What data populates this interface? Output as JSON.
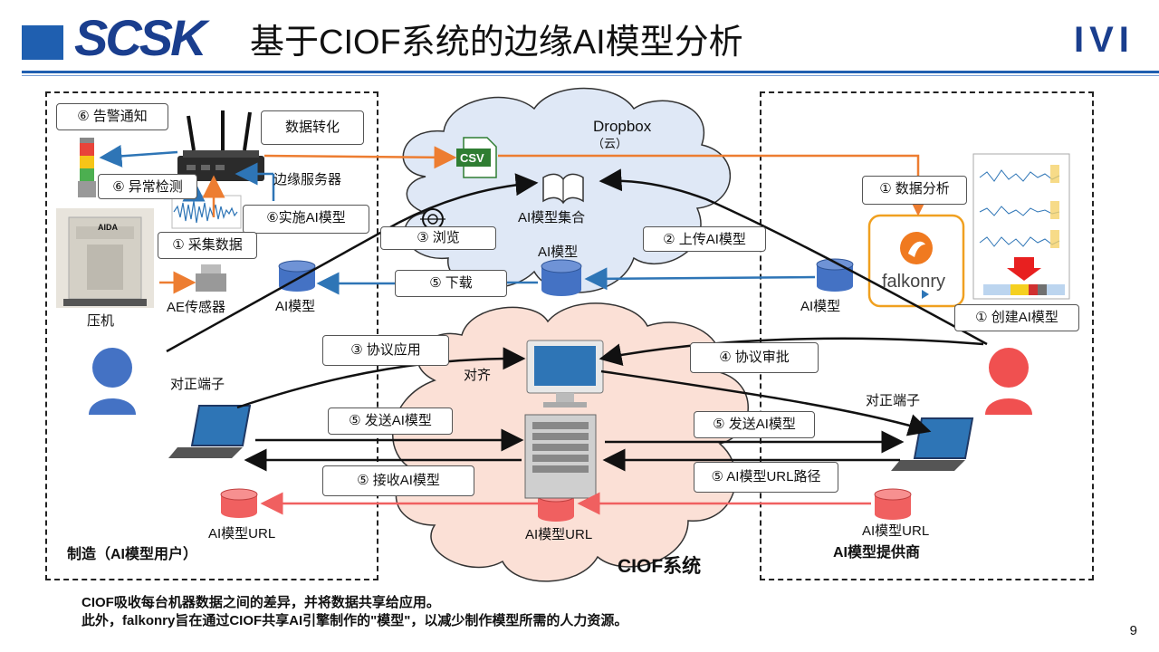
{
  "header": {
    "logo": "SCSK",
    "title": "基于CIOF系统的边缘AI模型分析",
    "right_logo": "IVI",
    "page_number": "9"
  },
  "zones": {
    "left_label": "制造（AI模型用户）",
    "right_label": "AI模型提供商",
    "dropbox_label": "Dropbox",
    "dropbox_sub": "（云）",
    "ciof_label": "CIOF系统"
  },
  "steps": {
    "alert": "⑥ 告警通知",
    "data_convert": "数据转化",
    "anomaly": "⑥ 异常检测",
    "implement": "⑥实施AI模型",
    "collect": "① 采集数据",
    "browse": "③ 浏览",
    "download": "⑤ 下载",
    "upload": "② 上传AI模型",
    "data_analysis": "① 数据分析",
    "create_model": "① 创建AI模型",
    "agreement_apply": "③ 协议应用",
    "agreement_approve": "④ 协议审批",
    "send_model_left": "⑤ 发送AI模型",
    "send_model_right": "⑤ 发送AI模型",
    "receive_model": "⑤ 接收AI模型",
    "model_url_path": "⑤ AI模型URL路径"
  },
  "labels": {
    "edge_server": "边缘服务器",
    "ai_model_set": "AI模型集合",
    "ai_model_cloud": "AI模型",
    "ai_model_left": "AI模型",
    "ai_model_right": "AI模型",
    "ae_sensor": "AE传感器",
    "press": "压机",
    "aida": "AIDA",
    "terminal_left": "对正端子",
    "terminal_right": "对正端子",
    "align": "对齐",
    "url_left": "AI模型URL",
    "url_center": "AI模型URL",
    "url_right": "AI模型URL",
    "csv": "CSV",
    "falkonry": "falkonry"
  },
  "footer": {
    "line1": "CIOF吸收每台机器数据之间的差异，并将数据共享给应用。",
    "line2": "此外，falkonry旨在通过CIOF共享AI引擎制作的\"模型\"，以减少制作模型所需的人力资源。"
  },
  "colors": {
    "brand_blue": "#1a3e8e",
    "arrow_blue": "#2e75b6",
    "arrow_orange": "#ed7d31",
    "arrow_red": "#f06060",
    "cloud_blue": "#dfe8f6",
    "cloud_pink": "#fbe0d6",
    "user_blue": "#4472c4",
    "user_red": "#f05050"
  }
}
